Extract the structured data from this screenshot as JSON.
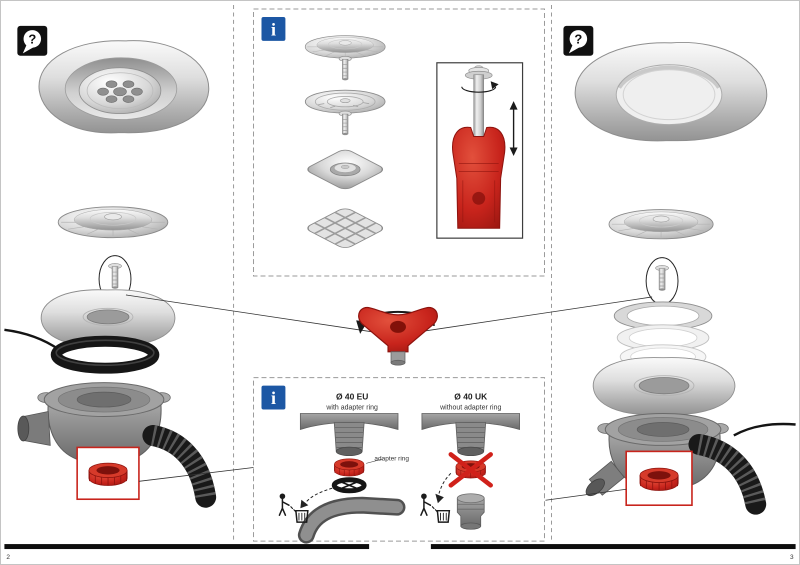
{
  "sheet": {
    "left_page_number": "2",
    "right_page_number": "3"
  },
  "icons": {
    "help_glyph": "?",
    "info_glyph": "i"
  },
  "colors": {
    "accent_red": "#c8241c",
    "info_blue": "#1c57a4",
    "footer_bar_black": "#0d0d0d"
  },
  "adapter_box": {
    "eu_title": "Ø 40 EU",
    "eu_subtitle": "with adapter ring",
    "eu_callout": "adapter ring",
    "uk_title": "Ø 40 UK",
    "uk_subtitle": "without adapter ring"
  }
}
